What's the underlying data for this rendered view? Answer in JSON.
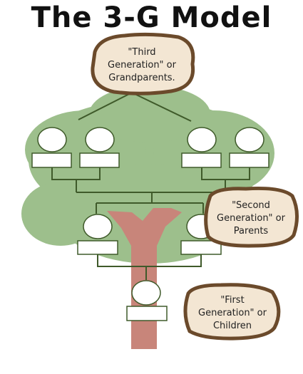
{
  "title": "The 3-G Model",
  "generations": [
    {
      "line1": "\"Third",
      "line2": "Generation\" or",
      "line3": "Grandparents."
    },
    {
      "line1": "\"Second",
      "line2": "Generation\" or",
      "line3": "Parents"
    },
    {
      "line1": "\"First",
      "line2": "Generation\" or",
      "line3": "Children"
    }
  ],
  "colors": {
    "foliage": "#9dbf8c",
    "trunk": "#c8857a",
    "line": "#3f5a2a",
    "wood": "#f3e6d3",
    "bark": "#6b4a2b"
  }
}
